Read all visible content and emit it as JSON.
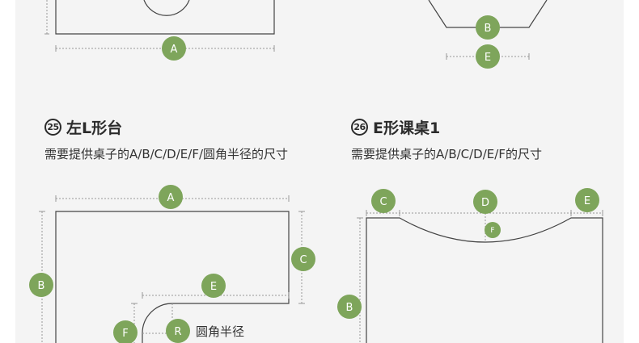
{
  "colors": {
    "badge": "#7ea55b",
    "outline": "#444444",
    "dim": "#999999",
    "panel": "#f4f4f4"
  },
  "top_left_diagram": {
    "badge_a": "A"
  },
  "top_right_diagram": {
    "badge_b": "B",
    "badge_e": "E"
  },
  "section_25": {
    "number": "25",
    "title": "左L形台",
    "subtitle": "需要提供桌子的A/B/C/D/E/F/圆角半径的尺寸",
    "badges": {
      "a": "A",
      "b": "B",
      "c": "C",
      "e": "E",
      "f": "F",
      "r": "R"
    },
    "radius_label": "圆角半径"
  },
  "section_26": {
    "number": "26",
    "title": "E形课桌1",
    "subtitle": "需要提供桌子的A/B/C/D/E/F的尺寸",
    "badges": {
      "c": "C",
      "d": "D",
      "e": "E",
      "f": "F",
      "b": "B"
    }
  }
}
